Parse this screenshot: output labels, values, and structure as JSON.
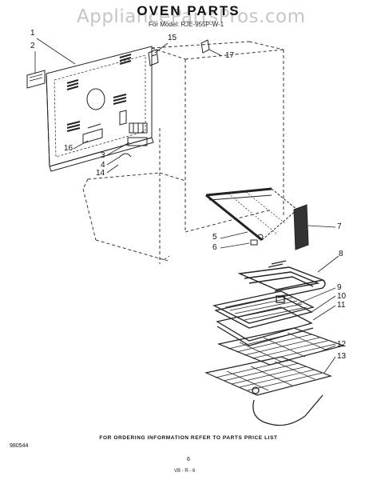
{
  "header": {
    "title": "OVEN PARTS",
    "watermark": "AppliancePartsPros.com",
    "model_line": "For Model: RJE-955P-W-1"
  },
  "callouts": [
    "1",
    "2",
    "15",
    "17",
    "16",
    "3",
    "4",
    "14",
    "7",
    "5",
    "6",
    "8",
    "9",
    "10",
    "11",
    "12",
    "13"
  ],
  "footer": {
    "notice": "FOR ORDERING INFORMATION REFER TO PARTS PRICE LIST",
    "doc_code": "980544",
    "page_number": "6",
    "page_code": "VB - R - 6"
  }
}
